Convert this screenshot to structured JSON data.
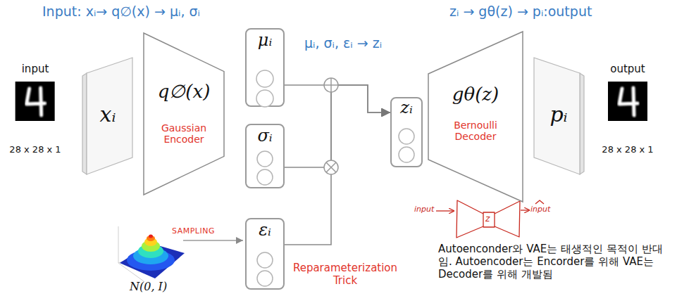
{
  "diagram": {
    "nodes": [
      {
        "text": [
          "input",
          "28 x 28 x 1"
        ]
      },
      {
        "text": [
          "xᵢ"
        ]
      },
      {
        "text": [
          "q∅(x)",
          "Gaussian Encoder"
        ]
      },
      {
        "text": [
          "μᵢ"
        ]
      },
      {
        "text": [
          "σᵢ"
        ]
      },
      {
        "text": [
          "εᵢ"
        ]
      },
      {
        "text": [
          "zᵢ"
        ]
      },
      {
        "text": [
          "gθ(z)",
          "Bernoulli Decoder"
        ]
      },
      {
        "text": [
          "pᵢ"
        ]
      },
      {
        "text": [
          "output",
          "28 x 28 x 1"
        ]
      }
    ],
    "edges": [
      {
        "from": 3,
        "to": 6,
        "arrow": "to"
      },
      {
        "from": 4,
        "to": 6,
        "arrow": "to"
      },
      {
        "from": 5,
        "to": 6,
        "arrow": "to"
      }
    ],
    "labels": [
      "Input: xᵢ→ q∅(x) → μᵢ, σᵢ",
      "μᵢ, σᵢ, εᵢ → zᵢ",
      "zᵢ → gθ(z) → pᵢ:output",
      "SAMPLING",
      "N(0, I)",
      "Reparameterization Trick",
      "input",
      "z",
      "input",
      "Autoenconder와 VAE는 태생적인 목적이 반대임. Autoencoder는 Encorder를 위해 VAE는 Decoder를 위해 개발됨"
    ]
  }
}
